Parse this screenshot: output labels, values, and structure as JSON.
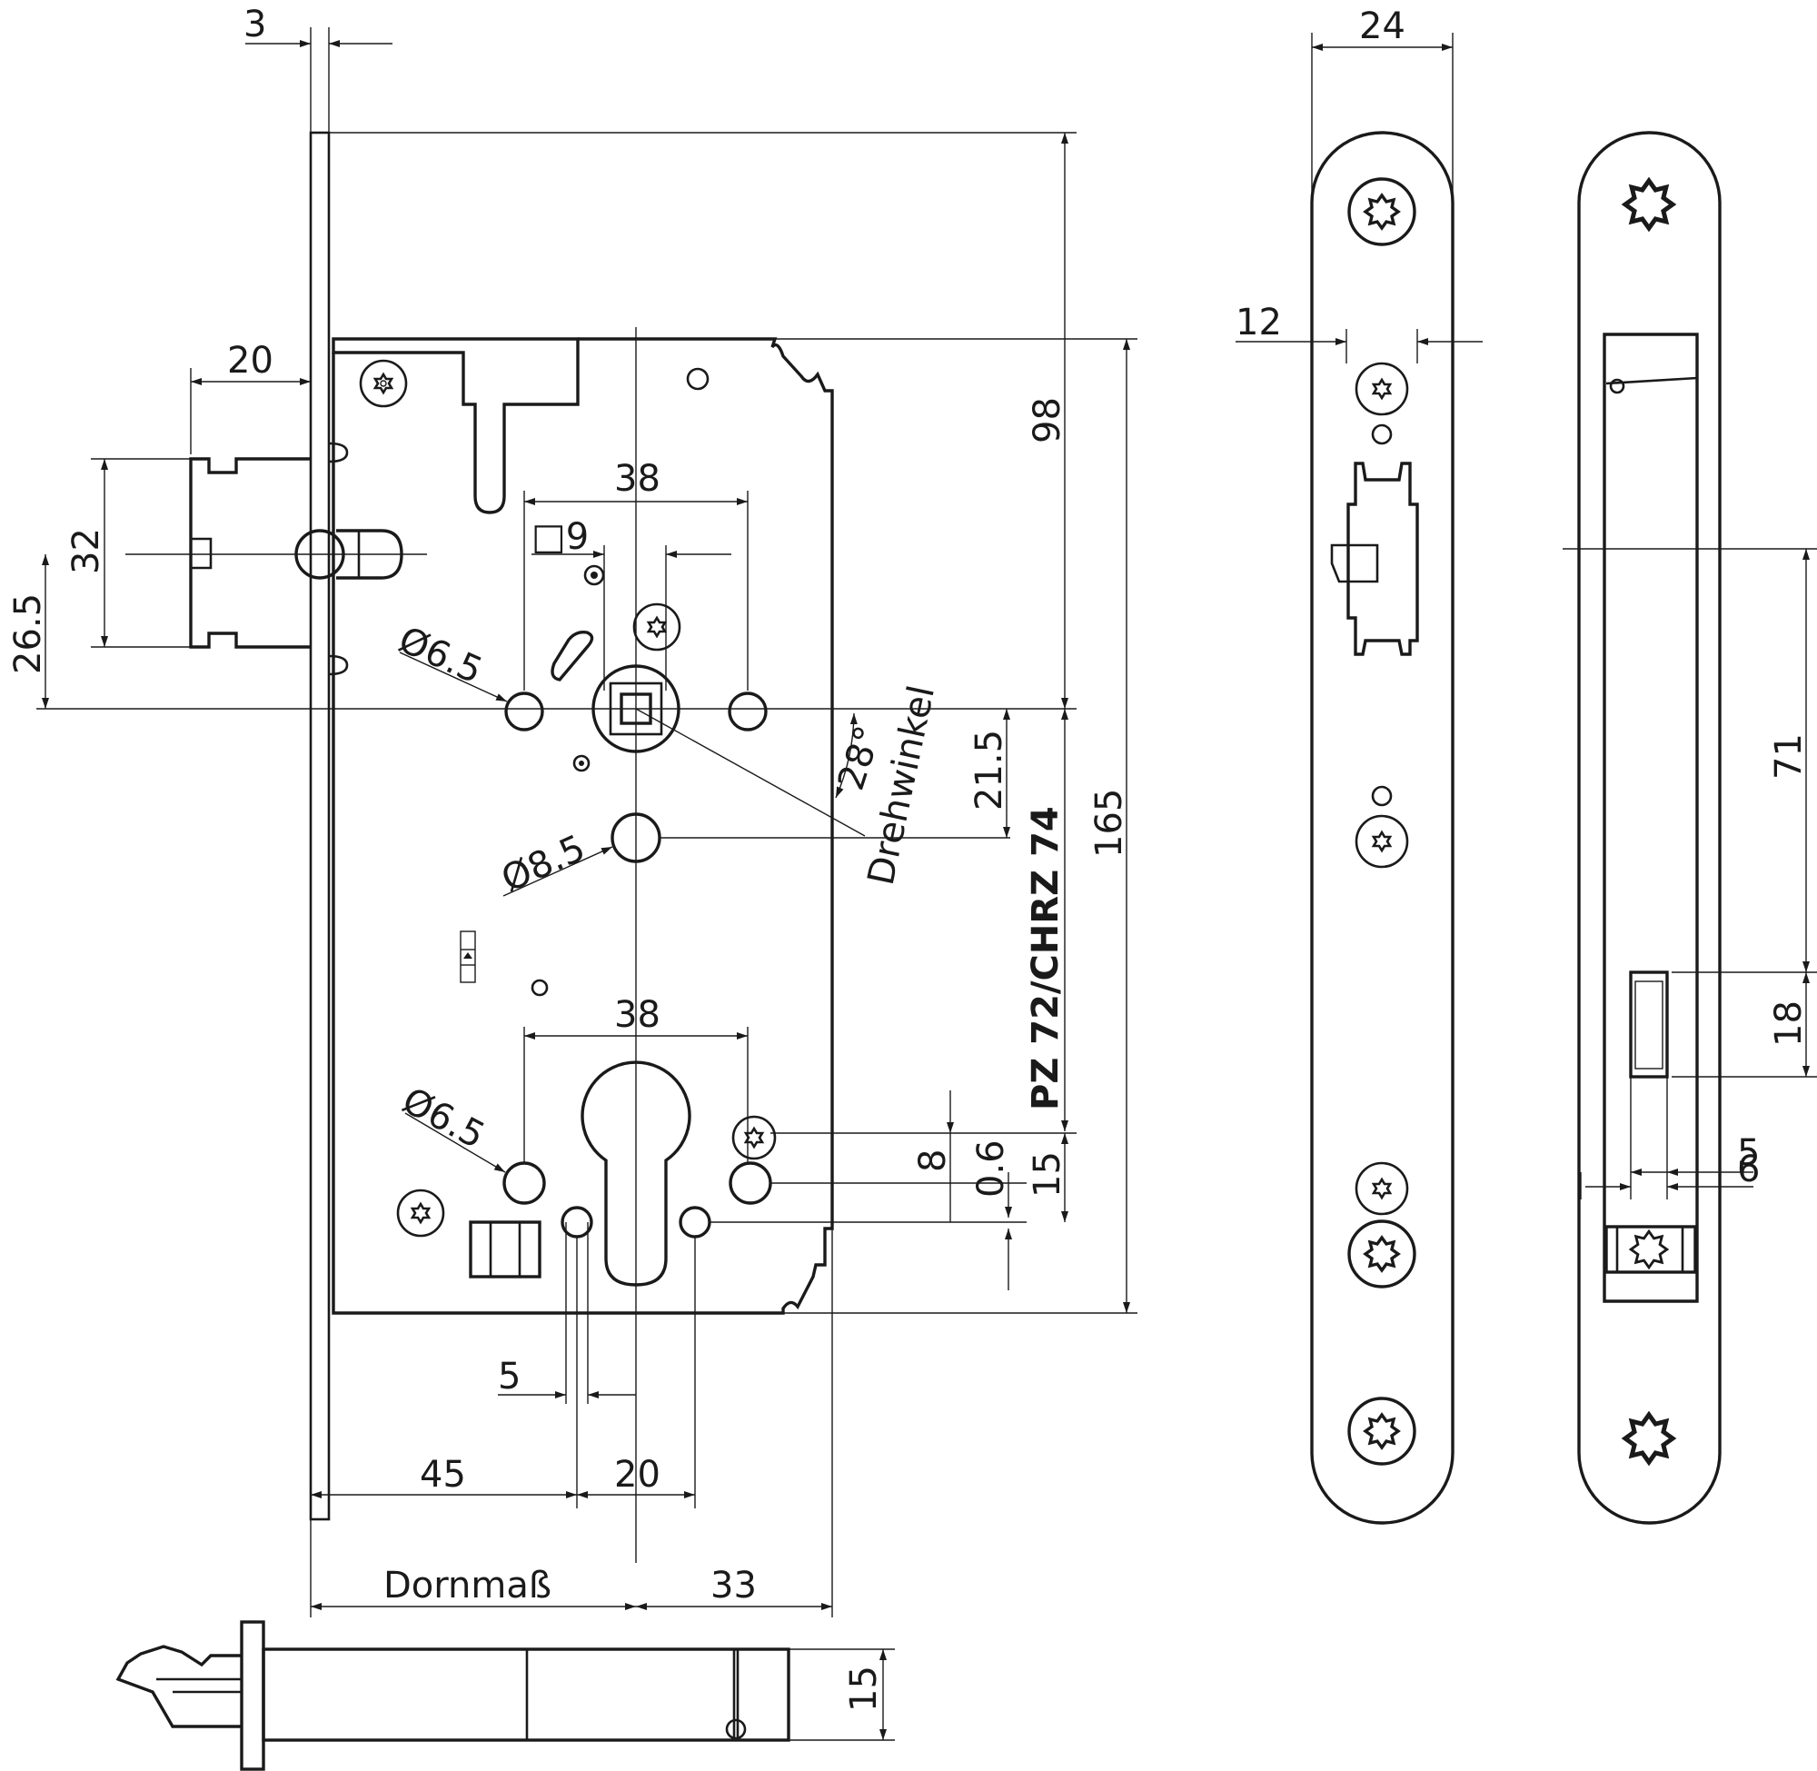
{
  "dims": {
    "d3": "3",
    "d20_top": "20",
    "d32": "32",
    "d26_5": "26.5",
    "d38_top": "38",
    "d_square9": "□9",
    "d_dia6_5_top": "Ø6.5",
    "d_dia8_5": "Ø8.5",
    "d98": "98",
    "d165": "165",
    "d21_5": "21.5",
    "d28deg": "28°",
    "drehwinkel": "Drehwinkel",
    "model": "PZ 72/CHRZ 74",
    "d38_bottom": "38",
    "d_dia6_5_bottom": "Ø6.5",
    "d8": "8",
    "d0_6": "0.6",
    "d15_right": "15",
    "d5_bottom": "5",
    "d45": "45",
    "d20_bottom": "20",
    "dornmass": "Dornmaß",
    "d33": "33",
    "d15_bolt": "15",
    "d24": "24",
    "d12": "12",
    "d71": "71",
    "d18": "18",
    "d5_strike": "5",
    "d6": "6"
  }
}
